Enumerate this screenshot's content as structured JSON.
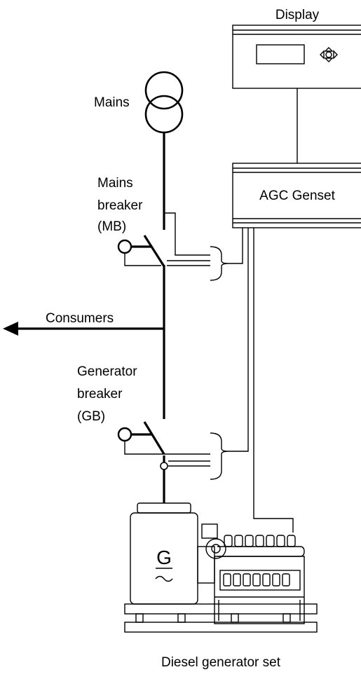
{
  "labels": {
    "display": "Display",
    "mains": "Mains",
    "mains_breaker_line1": "Mains",
    "mains_breaker_line2": "breaker",
    "mains_breaker_line3": "(MB)",
    "agc_genset": "AGC Genset",
    "consumers": "Consumers",
    "generator_breaker_line1": "Generator",
    "generator_breaker_line2": "breaker",
    "generator_breaker_line3": "(GB)",
    "generator_symbol": "G",
    "diesel_generator_set": "Diesel generator set"
  }
}
